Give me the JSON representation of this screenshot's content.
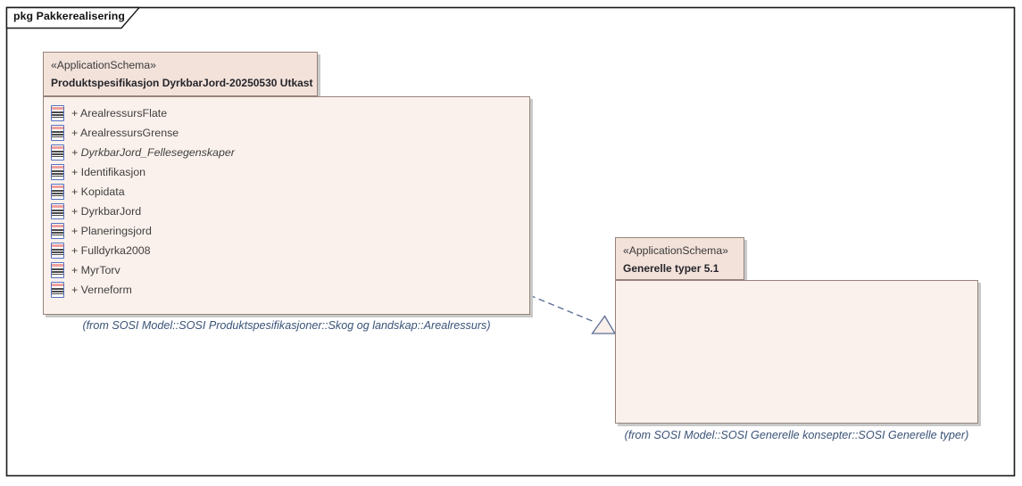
{
  "frame": {
    "title": "pkg Pakkerealisering"
  },
  "diagram": {
    "packages": [
      {
        "stereotype": "«ApplicationSchema»",
        "name": "Produktspesifikasjon DyrkbarJord-20250530 Utkast",
        "caption": "(from SOSI Model::SOSI Produktspesifikasjoner::Skog og landskap::Arealressurs)",
        "classes": [
          {
            "label": "+ ArealressursFlate",
            "italic": false
          },
          {
            "label": "+ ArealressursGrense",
            "italic": false
          },
          {
            "label": "+ DyrkbarJord_Fellesegenskaper",
            "italic": true
          },
          {
            "label": "+ Identifikasjon",
            "italic": false
          },
          {
            "label": "+ Kopidata",
            "italic": false
          },
          {
            "label": "+ DyrkbarJord",
            "italic": false
          },
          {
            "label": "+ Planeringsjord",
            "italic": false
          },
          {
            "label": "+ Fulldyrka2008",
            "italic": false
          },
          {
            "label": "+ MyrTorv",
            "italic": false
          },
          {
            "label": "+ Verneform",
            "italic": false
          }
        ]
      },
      {
        "stereotype": "«ApplicationSchema»",
        "name": "Generelle typer 5.1",
        "caption": "(from SOSI Model::SOSI Generelle konsepter::SOSI Generelle typer)",
        "classes": []
      }
    ],
    "connector": {
      "style": "dashed-realization"
    },
    "colors": {
      "package_body": "#FBF1EC",
      "package_tab": "#F3E2DA",
      "package_border": "#97837B",
      "connector": "#5C6D96",
      "caption_text": "#3A5377",
      "class_icon_border": "#5571BE",
      "frame_border": "#1A1A1A",
      "shadow": "#C9C9C9"
    }
  }
}
